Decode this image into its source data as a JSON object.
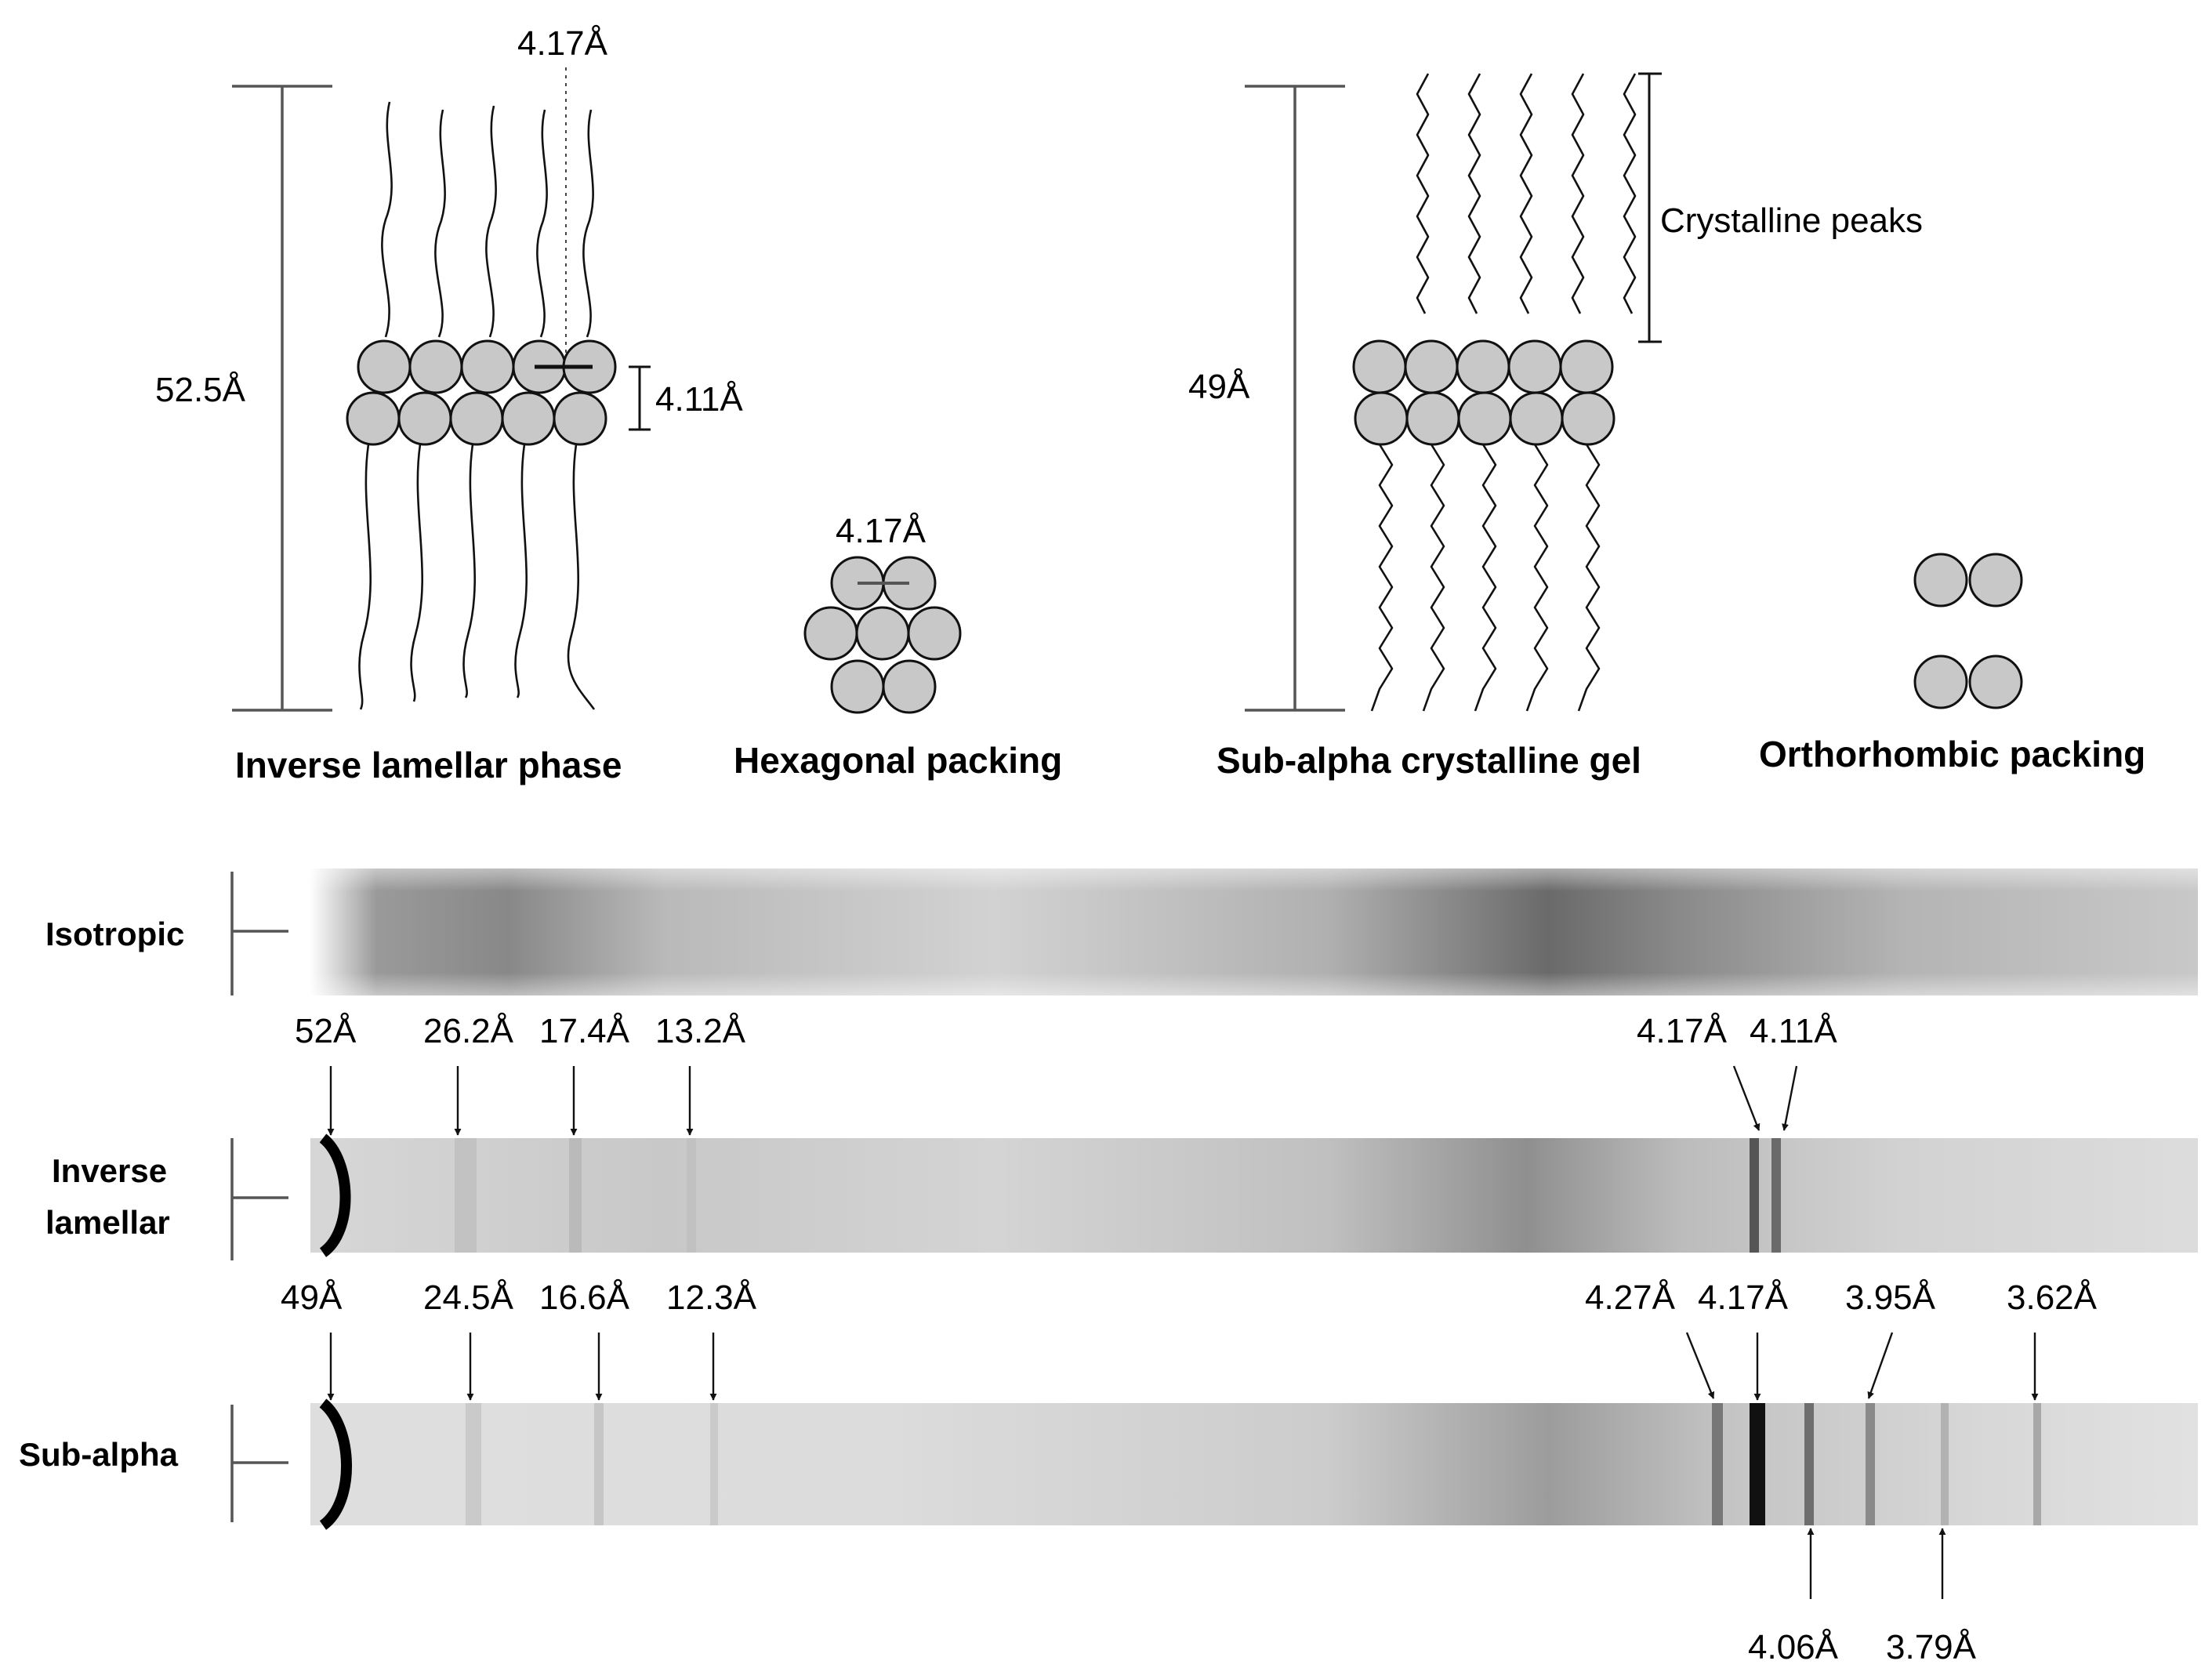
{
  "top": {
    "lamellar": {
      "height_label": "52.5Å",
      "chain_spacing_label": "4.17Å",
      "bilayer_spacing_label": "4.11Å",
      "caption": "Inverse lamellar phase"
    },
    "hexagonal": {
      "spacing_label": "4.17Å",
      "caption": "Hexagonal packing"
    },
    "subalpha": {
      "height_label": "49Å",
      "peaks_label": "Crystalline peaks",
      "caption": "Sub-alpha crystalline gel"
    },
    "orthorhombic": {
      "caption": "Orthorhombic packing"
    }
  },
  "patterns": [
    {
      "name": "Isotropic",
      "label_lines": [
        "Isotropic"
      ],
      "peaks_above": [],
      "peaks_below": []
    },
    {
      "name": "Inverse lamellar",
      "label_lines": [
        "Inverse",
        "lamellar"
      ],
      "peaks_above": [
        "52Å",
        "26.2Å",
        "17.4Å",
        "13.2Å",
        "4.17Å",
        "4.11Å"
      ],
      "peaks_below": []
    },
    {
      "name": "Sub-alpha",
      "label_lines": [
        "Sub-alpha"
      ],
      "peaks_above": [
        "49Å",
        "24.5Å",
        "16.6Å",
        "12.3Å",
        "4.27Å",
        "4.17Å",
        "3.95Å",
        "3.62Å"
      ],
      "peaks_below": [
        "4.06Å",
        "3.79Å"
      ]
    }
  ]
}
